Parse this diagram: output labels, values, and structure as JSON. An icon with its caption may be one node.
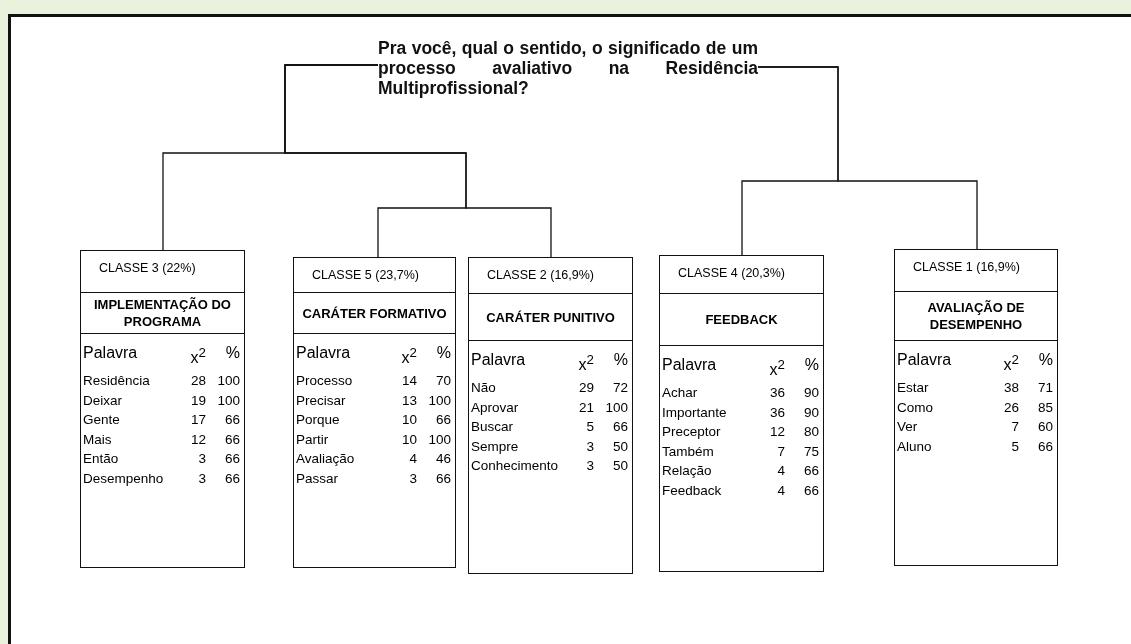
{
  "diagram": {
    "nodes": [
      {
        "text": [
          "Pra você, qual o sentido, o significado de um processo avaliativo na Residência Multiprofissional?"
        ]
      },
      {
        "text": [
          "CLASSE 3 (22%)",
          "IMPLEMENTAÇÃO DO PROGRAMA",
          "Palavra",
          "x$^{2}$",
          "%",
          "Residência",
          "28",
          "100",
          "Deixar",
          "19",
          "100",
          "Gente",
          "17",
          "66",
          "Mais",
          "12",
          "66",
          "Então",
          "3",
          "66",
          "Desempenho",
          "3",
          "66"
        ]
      },
      {
        "text": [
          "CLASSE 5 (23,7%)",
          "CARÁTER FORMATIVO",
          "Palavra",
          "x$^{2}$",
          "%",
          "Processo",
          "14",
          "70",
          "Precisar",
          "13",
          "100",
          "Porque",
          "10",
          "66",
          "Partir",
          "10",
          "100",
          "Avaliação",
          "4",
          "46",
          "Passar",
          "3",
          "66"
        ]
      },
      {
        "text": [
          "CLASSE 2 (16,9%)",
          "CARÁTER PUNITIVO",
          "Palavra",
          "x$^{2}$",
          "%",
          "Não",
          "29",
          "72",
          "Aprovar",
          "21",
          "100",
          "Buscar",
          "5",
          "66",
          "Sempre",
          "3",
          "50",
          "Conhecimento",
          "3",
          "50"
        ]
      },
      {
        "text": [
          "CLASSE 4 (20,3%)",
          "FEEDBACK",
          "Palavra",
          "x$^{2}$",
          "%",
          "Achar",
          "36",
          "90",
          "Importante",
          "36",
          "90",
          "Preceptor",
          "12",
          "80",
          "Também",
          "7",
          "75",
          "Relação",
          "4",
          "66",
          "Feedback",
          "4",
          "66"
        ]
      },
      {
        "text": [
          "CLASSE 1 (16,9%)",
          "AVALIAÇÃO DE DESEMPENHO",
          "Palavra",
          "x$^{2}$",
          "%",
          "Estar",
          "38",
          "71",
          "Como",
          "26",
          "85",
          "Ver",
          "7",
          "60",
          "Aluno",
          "5",
          "66"
        ]
      }
    ],
    "edges": [
      {
        "from": 0,
        "to": 1,
        "arrow": "none"
      },
      {
        "from": 0,
        "to": 2,
        "arrow": "none"
      },
      {
        "from": 0,
        "to": 3,
        "arrow": "none"
      },
      {
        "from": 0,
        "to": 4,
        "arrow": "none"
      },
      {
        "from": 0,
        "to": 5,
        "arrow": "none"
      }
    ]
  }
}
